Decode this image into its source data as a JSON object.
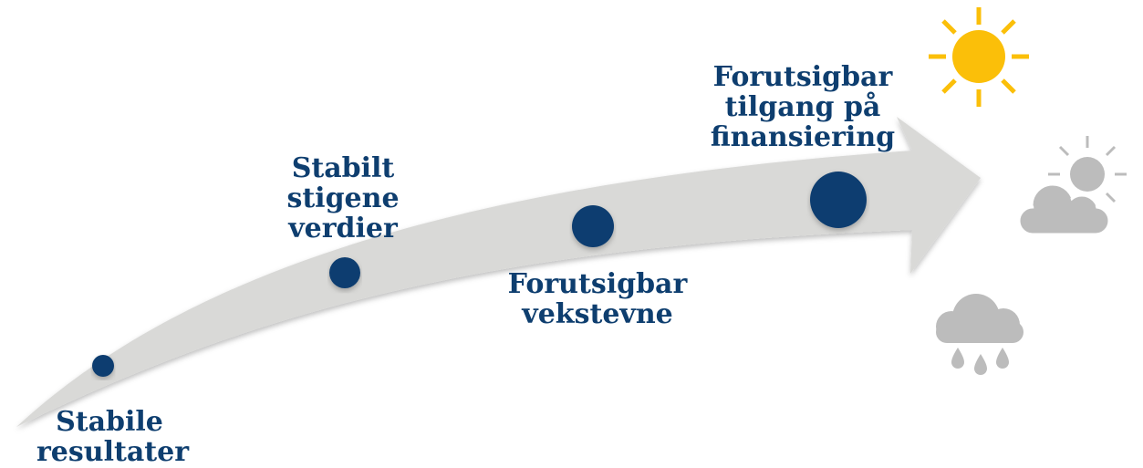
{
  "colors": {
    "arrow": "#d9d9d7",
    "dot": "#0e3e6f",
    "text": "#0e3e6f",
    "sun": "#fbbf09",
    "grey": "#bcbcbc"
  },
  "stages": [
    {
      "line1": "Stabile",
      "line2": "resultater",
      "line3": ""
    },
    {
      "line1": "Stabilt",
      "line2": "stigene",
      "line3": "verdier"
    },
    {
      "line1": "Forutsigbar",
      "line2": "vekstevne",
      "line3": ""
    },
    {
      "line1": "Forutsigbar",
      "line2": "tilgang på",
      "line3": "finansiering"
    }
  ],
  "weather": [
    {
      "icon": "sun-icon"
    },
    {
      "icon": "partly-cloudy-icon"
    },
    {
      "icon": "rain-cloud-icon"
    }
  ]
}
